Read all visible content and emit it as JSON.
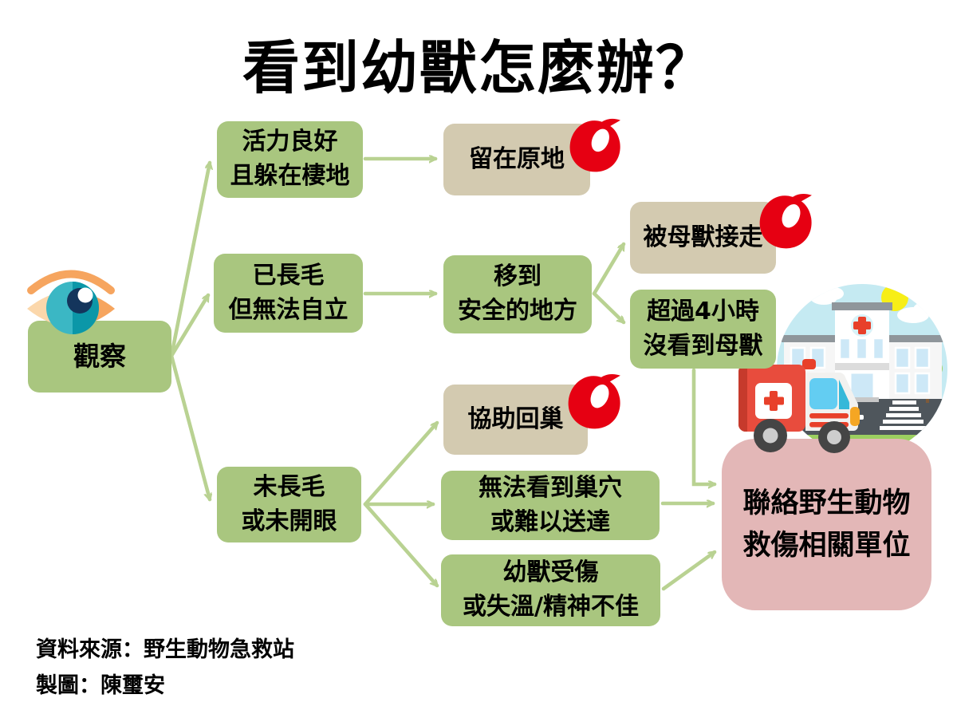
{
  "title": "看到幼獸怎麼辦？",
  "nodes": {
    "observe": {
      "label": "觀察"
    },
    "lively": {
      "lines": [
        "活力良好",
        "且躲在棲地"
      ]
    },
    "stay": {
      "lines": [
        "留在原地"
      ]
    },
    "furred": {
      "lines": [
        "已長毛",
        "但無法自立"
      ]
    },
    "move_safe": {
      "lines": [
        "移到",
        "安全的地方"
      ]
    },
    "taken_by_mother": {
      "lines": [
        "被母獸接走"
      ]
    },
    "over_4hr": {
      "lines": [
        "超過4小時",
        "沒看到母獸"
      ]
    },
    "no_fur": {
      "lines": [
        "未長毛",
        "或未開眼"
      ]
    },
    "help_return": {
      "lines": [
        "協助回巢"
      ]
    },
    "cannot_find_nest": {
      "lines": [
        "無法看到巢穴",
        "或難以送達"
      ]
    },
    "injured": {
      "lines": [
        "幼獸受傷",
        "或失溫/精神不佳"
      ]
    },
    "contact_rescue": {
      "lines": [
        "聯絡野生動物",
        "救傷相關單位"
      ]
    }
  },
  "footer": {
    "source": "資料來源：野生動物急救站",
    "credit": "製圖：陳璽安"
  },
  "icons": {
    "eye": "eye-icon",
    "ok_mark": "ok-brush-mark-icon",
    "hospital": "hospital-illustration",
    "ambulance": "ambulance-icon"
  },
  "colors": {
    "green_box": "#a9c67f",
    "tan_box": "#d3cab0",
    "pink_box": "#e3b7b7",
    "arrow": "#b9d292",
    "mark_red": "#e60012"
  }
}
